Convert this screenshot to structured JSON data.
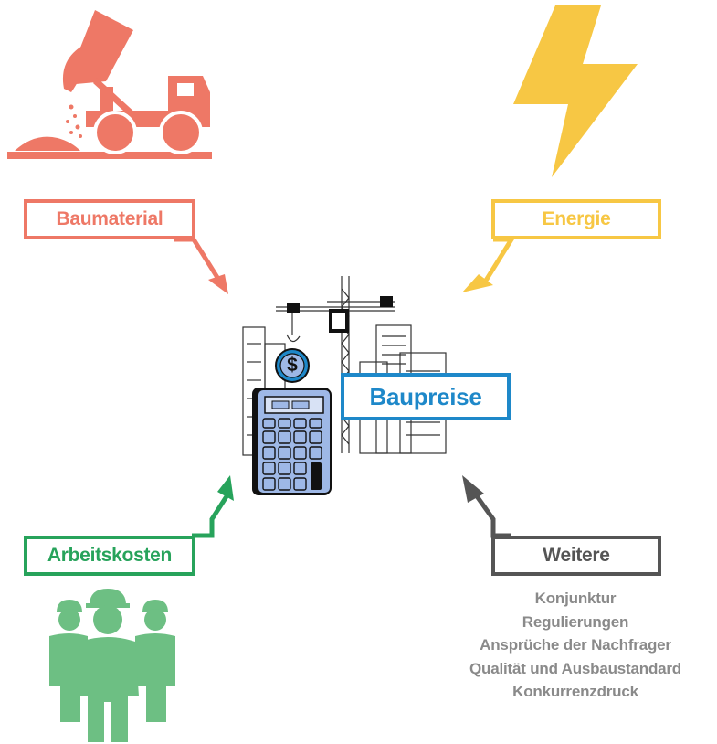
{
  "factors": {
    "material": {
      "label": "Baumaterial",
      "color": "#EE7866",
      "icon": "dump-truck-icon"
    },
    "energy": {
      "label": "Energie",
      "color": "#F7C744",
      "icon": "lightning-bolt-icon"
    },
    "labor": {
      "label": "Arbeitskosten",
      "color": "#27A35B",
      "icon": "construction-workers-icon",
      "icon_color": "#6DBF83"
    },
    "other": {
      "label": "Weitere",
      "color": "#555555",
      "items": [
        "Konjunktur",
        "Regulierungen",
        "Ansprüche der Nachfrager",
        "Qualität und Ausbaustandard",
        "Konkurrenzdruck"
      ],
      "items_color": "#8A8A8A"
    }
  },
  "center": {
    "label": "Baupreise",
    "color": "#1E88C9",
    "icons": [
      "calculator-icon",
      "dollar-coin-icon",
      "crane-icon",
      "buildings-icon"
    ],
    "calculator_color": "#9EB8E6",
    "coin_symbol": "$"
  }
}
